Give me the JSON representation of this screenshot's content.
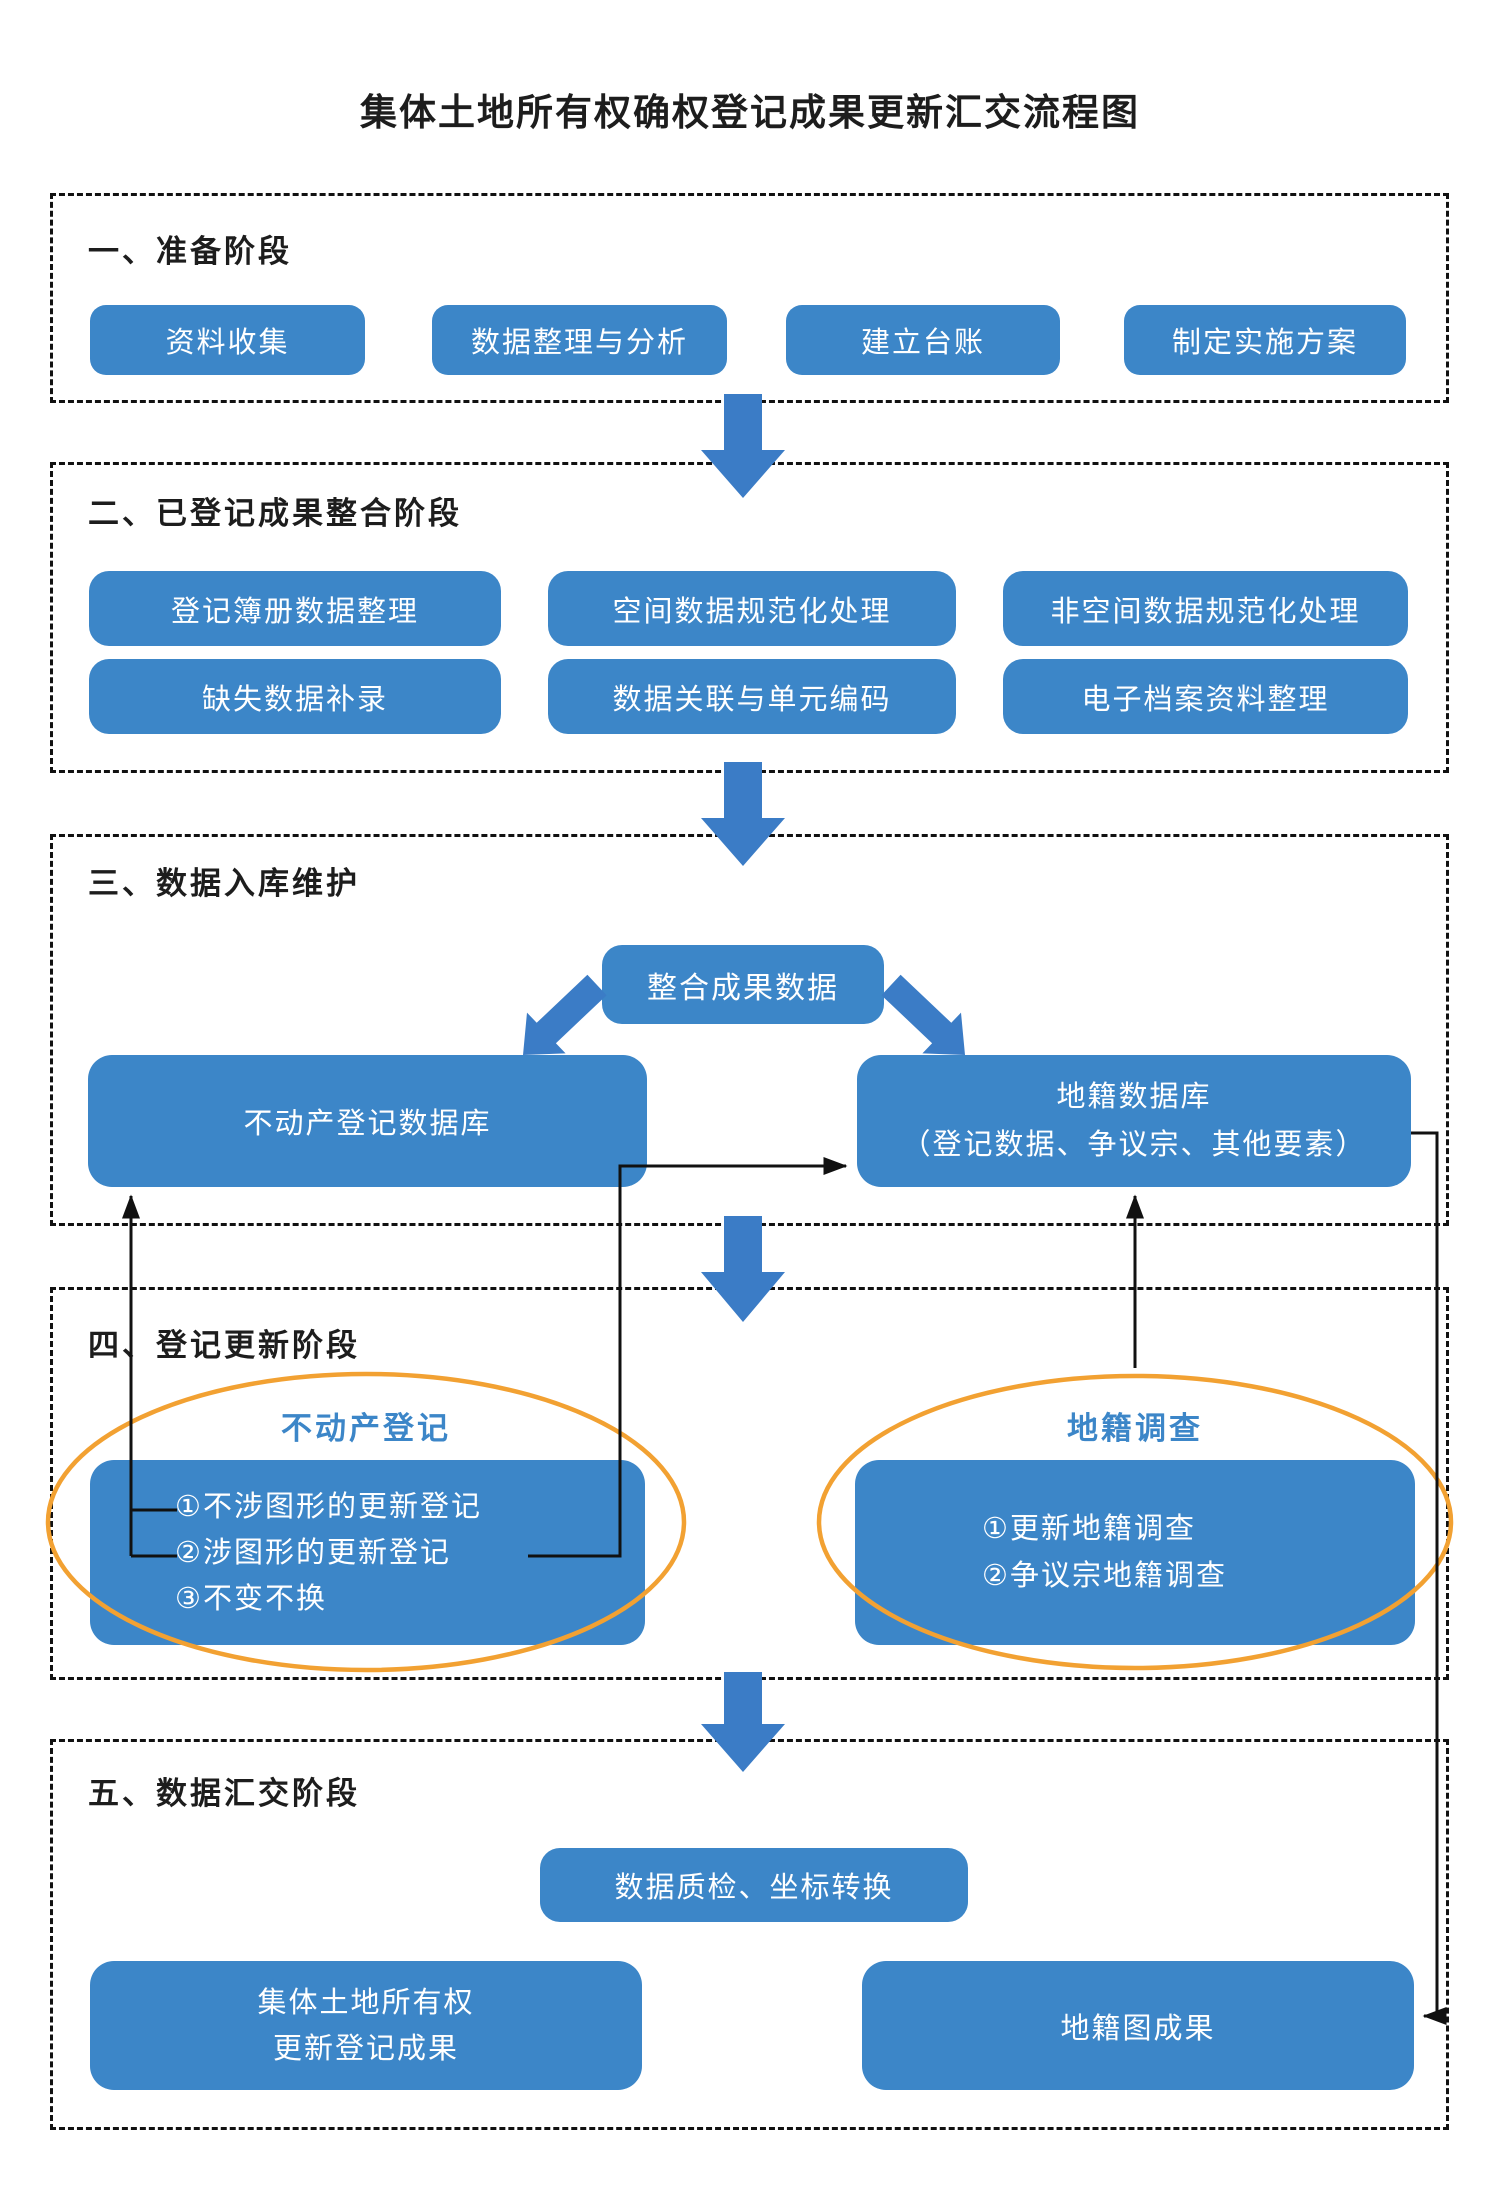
{
  "title": "集体土地所有权确权登记成果更新汇交流程图",
  "colors": {
    "node_blue": "#3C86C8",
    "arrow_blue": "#3B7CC6",
    "outline_orange": "#F2A132",
    "connector_black": "#111111"
  },
  "sections": {
    "s1": {
      "heading": "一、准备阶段",
      "items": [
        "资料收集",
        "数据整理与分析",
        "建立台账",
        "制定实施方案"
      ]
    },
    "s2": {
      "heading": "二、已登记成果整合阶段",
      "row1": [
        "登记簿册数据整理",
        "空间数据规范化处理",
        "非空间数据规范化处理"
      ],
      "row2": [
        "缺失数据补录",
        "数据关联与单元编码",
        "电子档案资料整理"
      ]
    },
    "s3": {
      "heading": "三、数据入库维护",
      "source": "整合成果数据",
      "left_db": "不动产登记数据库",
      "right_db_line1": "地籍数据库",
      "right_db_line2": "（登记数据、争议宗、其他要素）"
    },
    "s4": {
      "heading": "四、登记更新阶段",
      "left_label": "不动产登记",
      "left_items": [
        "①不涉图形的更新登记",
        "②涉图形的更新登记",
        "③不变不换"
      ],
      "right_label": "地籍调查",
      "right_items": [
        "①更新地籍调查",
        "②争议宗地籍调查"
      ]
    },
    "s5": {
      "heading": "五、数据汇交阶段",
      "qc": "数据质检、坐标转换",
      "left_result_line1": "集体土地所有权",
      "left_result_line2": "更新登记成果",
      "right_result": "地籍图成果"
    }
  }
}
